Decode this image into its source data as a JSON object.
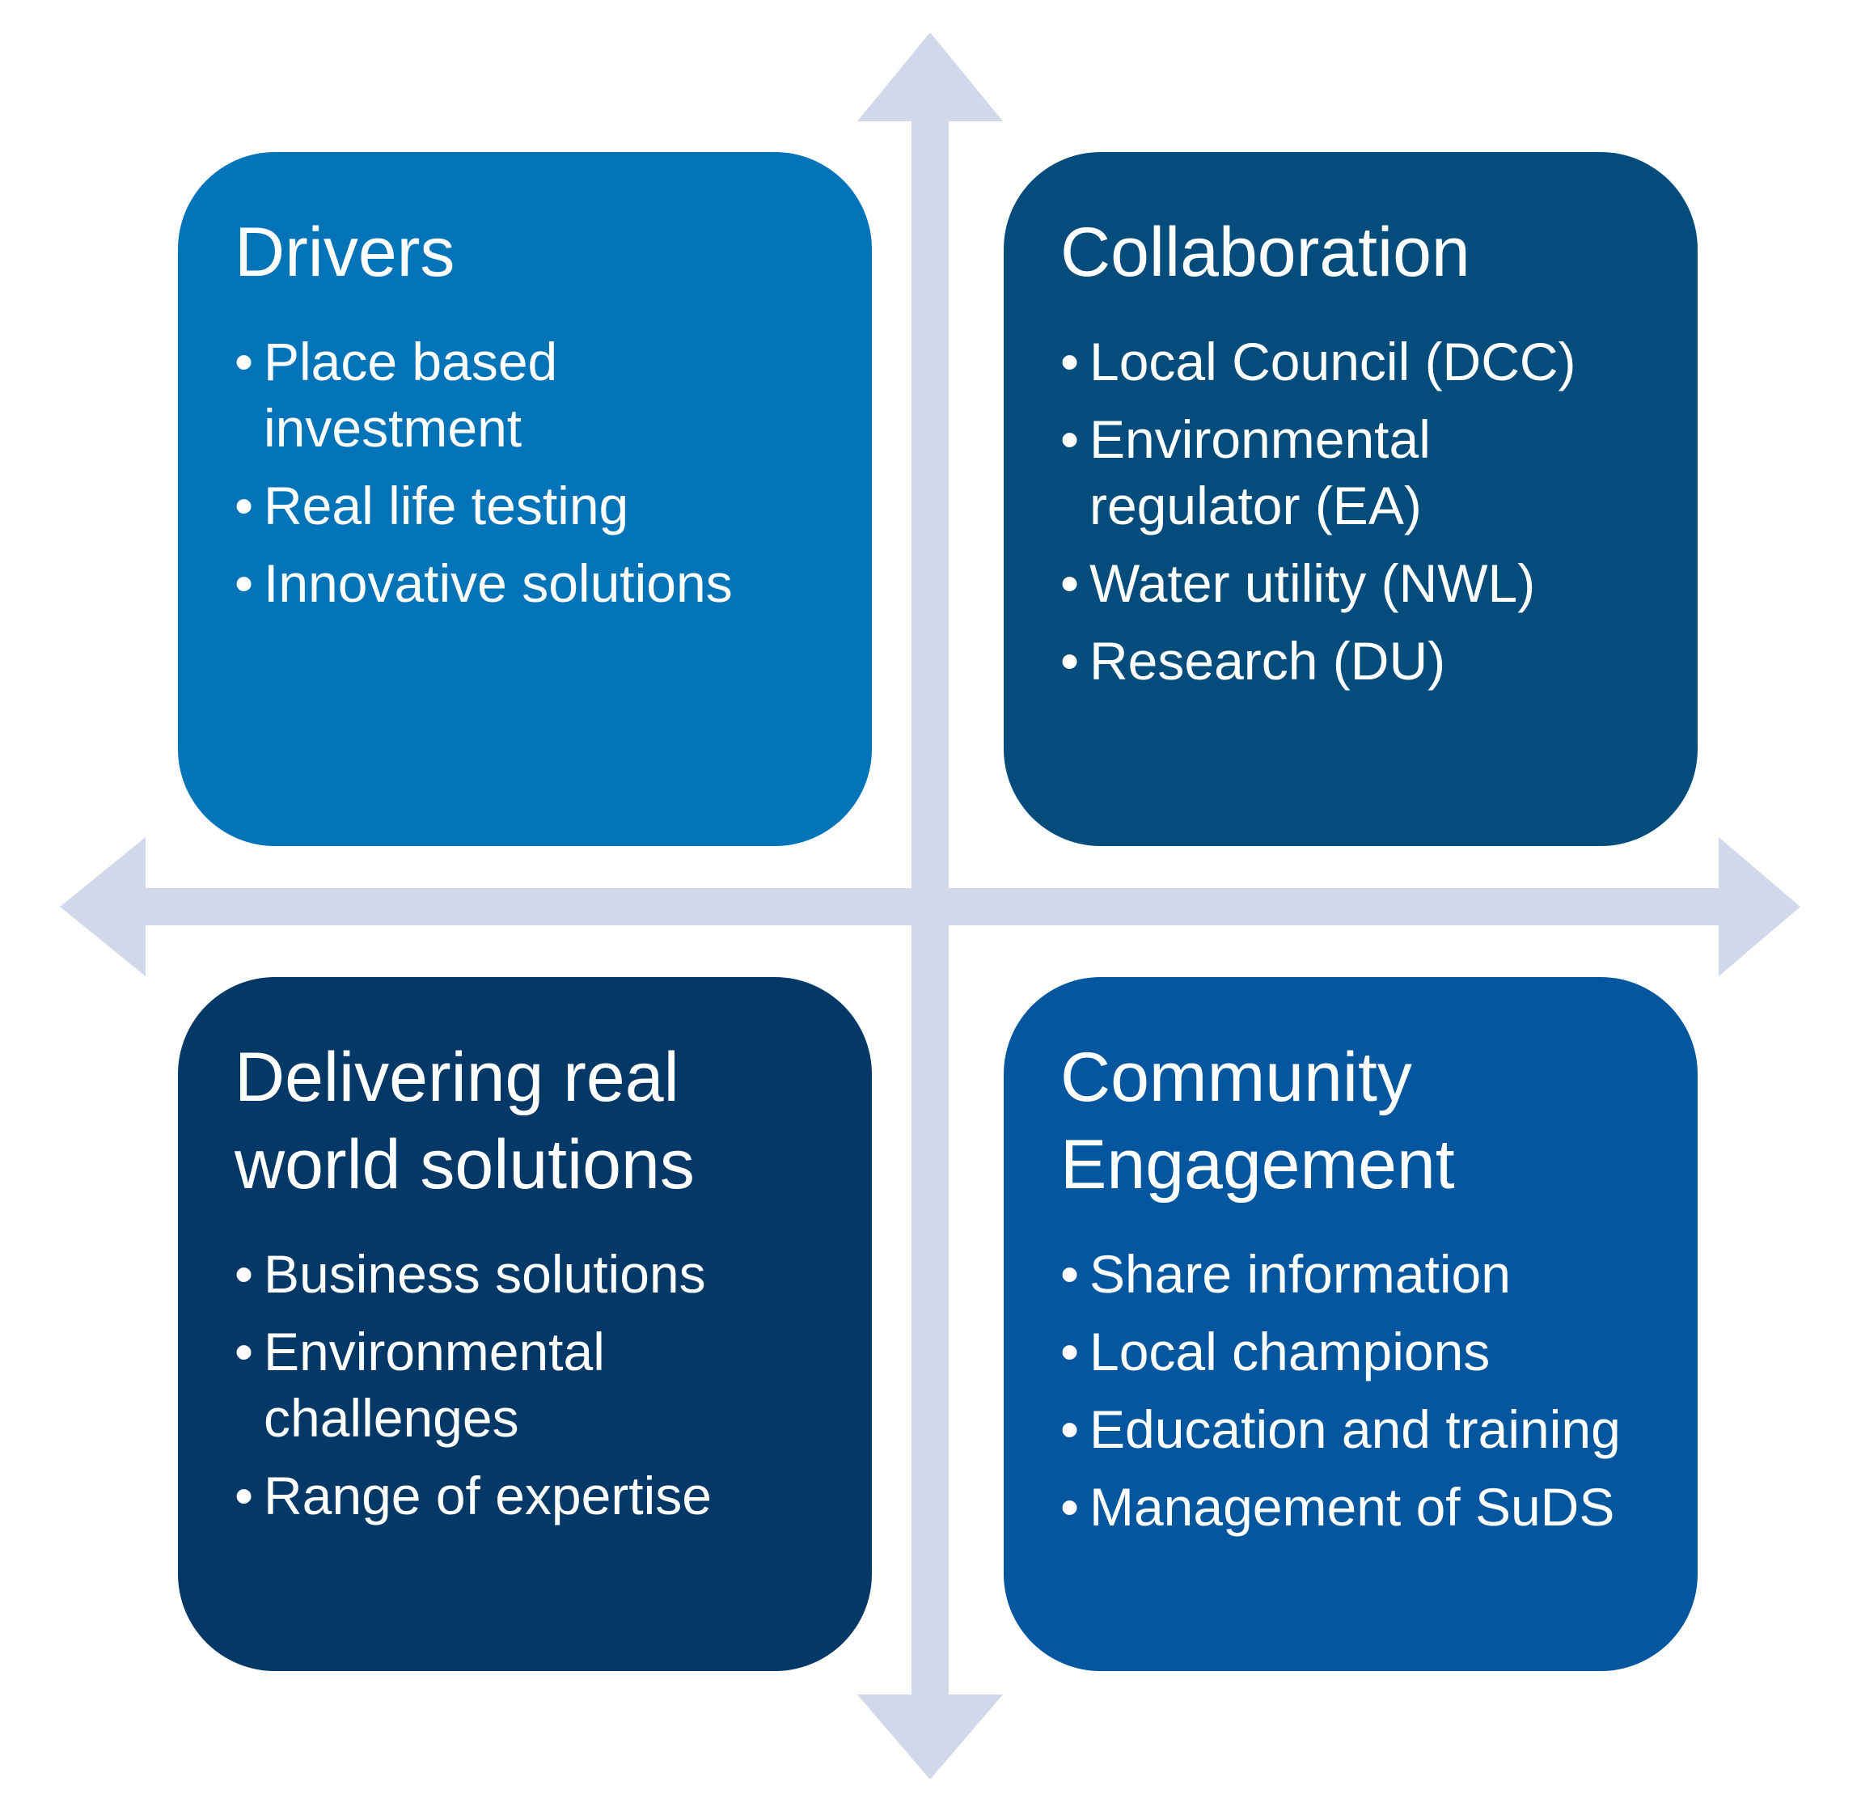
{
  "colors": {
    "arrow": "#D0D8EA",
    "drivers_bg": "#0474B9",
    "collaboration_bg": "#044C7B",
    "delivering_bg": "#043866",
    "community_bg": "#04579E",
    "text": "#FFFFFF"
  },
  "quadrants": {
    "drivers": {
      "title": "Drivers",
      "items": [
        "Place based investment",
        "Real life testing",
        "Innovative solutions"
      ]
    },
    "collaboration": {
      "title": "Collaboration",
      "items": [
        "Local Council (DCC)",
        "Environmental regulator (EA)",
        "Water utility (NWL)",
        "Research (DU)"
      ]
    },
    "delivering": {
      "title": "Delivering real world solutions",
      "items": [
        "Business solutions",
        "Environmental challenges",
        "Range of expertise"
      ]
    },
    "community": {
      "title": "Community Engagement",
      "items": [
        "Share information",
        "Local champions",
        "Education and training",
        "Management of SuDS"
      ]
    }
  }
}
